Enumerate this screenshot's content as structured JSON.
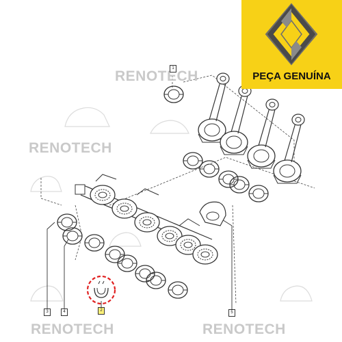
{
  "watermark": {
    "text": "RENOTECH"
  },
  "badge": {
    "text": "PEÇA GENUÍNA",
    "background": "#f7d117",
    "logo_icon": "renault-diamond-logo-icon"
  },
  "callouts": {
    "c1": "1",
    "c2": "2",
    "c3": "3",
    "c4": "4",
    "c5": "5"
  },
  "highlight": {
    "ring_color": "#e02020",
    "label_fill": "#fff27a"
  }
}
